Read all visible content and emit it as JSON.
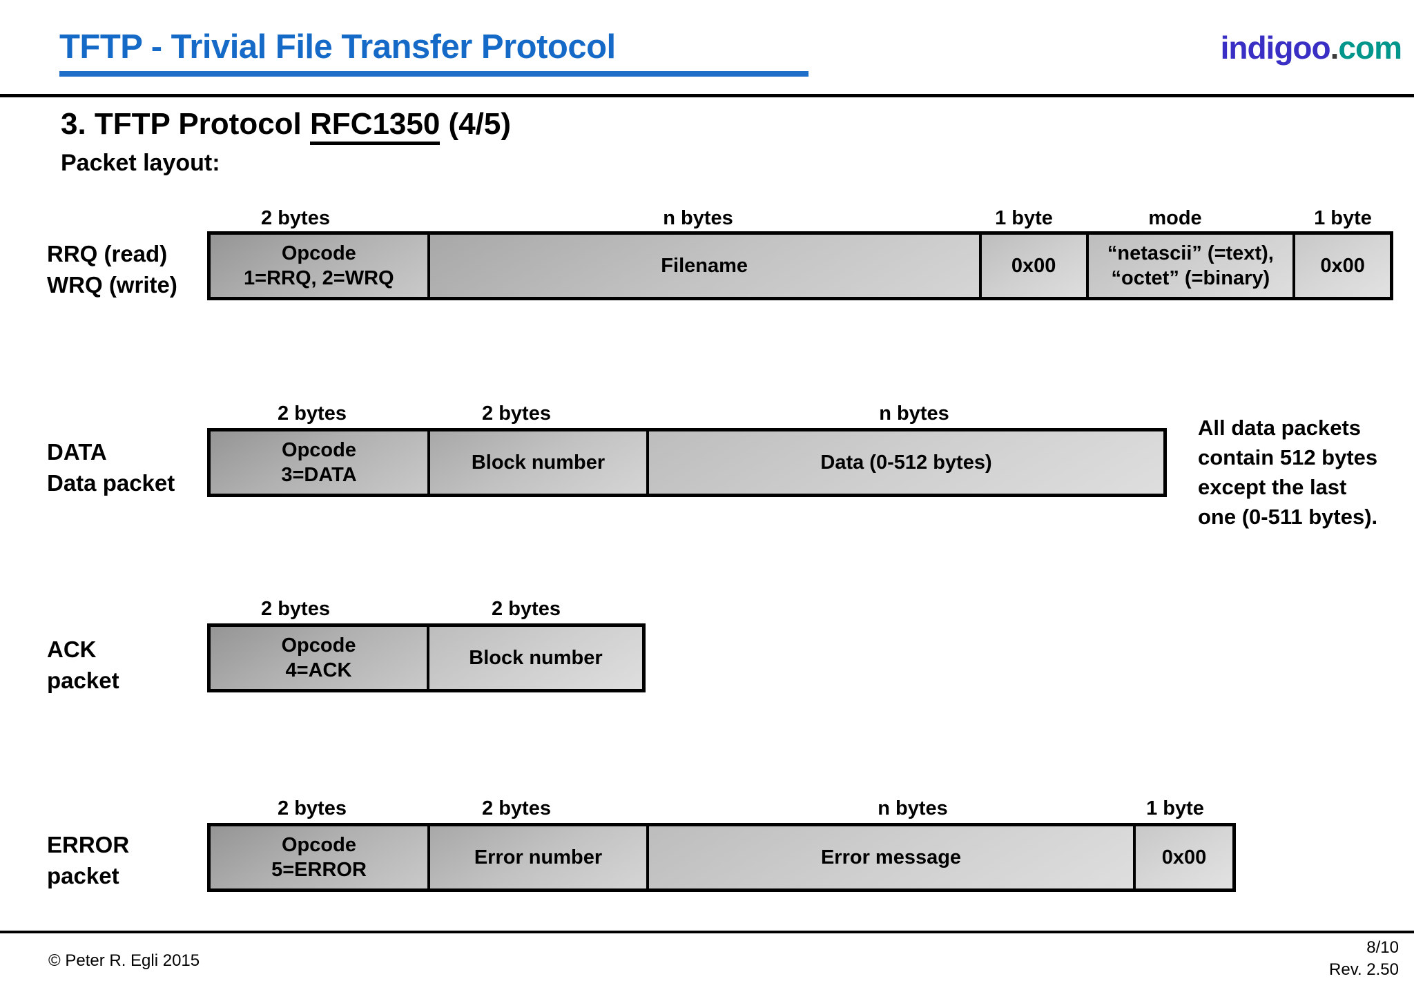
{
  "header": {
    "title": "TFTP - Trivial File Transfer Protocol",
    "logo_name": "indigoo",
    "logo_dot": ".",
    "logo_tld": "com",
    "title_color": "#1569c7",
    "logo_color": "#3a2fc4",
    "logo_tld_color": "#00968c"
  },
  "slide": {
    "title_prefix": "3. TFTP Protocol ",
    "title_rfc": "RFC1350",
    "title_suffix": " (4/5)",
    "subtitle": "Packet layout:"
  },
  "packets": [
    {
      "id": "rrq-wrq",
      "label_lines": [
        "RRQ (read)",
        "WRQ (write)"
      ],
      "cells": [
        {
          "name": "opcode",
          "size": "2 bytes",
          "lines": [
            "Opcode",
            "1=RRQ, 2=WRQ"
          ]
        },
        {
          "name": "filename",
          "size": "n bytes",
          "lines": [
            "Filename"
          ]
        },
        {
          "name": "terminator-1",
          "size": "1 byte",
          "lines": [
            "0x00"
          ]
        },
        {
          "name": "mode",
          "size": "mode",
          "lines": [
            "“netascii” (=text),",
            "“octet” (=binary)"
          ]
        },
        {
          "name": "terminator-2",
          "size": "1 byte",
          "lines": [
            "0x00"
          ]
        }
      ]
    },
    {
      "id": "data",
      "label_lines": [
        "DATA",
        "Data packet"
      ],
      "cells": [
        {
          "name": "opcode",
          "size": "2 bytes",
          "lines": [
            "Opcode",
            "3=DATA"
          ]
        },
        {
          "name": "block-number",
          "size": "2 bytes",
          "lines": [
            "Block number"
          ]
        },
        {
          "name": "data",
          "size": "n bytes",
          "lines": [
            "Data (0-512 bytes)"
          ]
        }
      ],
      "note_lines": [
        "All data packets",
        "contain 512 bytes",
        "except the last",
        "one (0-511 bytes)."
      ]
    },
    {
      "id": "ack",
      "label_lines": [
        "ACK",
        "packet"
      ],
      "cells": [
        {
          "name": "opcode",
          "size": "2 bytes",
          "lines": [
            "Opcode",
            "4=ACK"
          ]
        },
        {
          "name": "block-number",
          "size": "2 bytes",
          "lines": [
            "Block number"
          ]
        }
      ]
    },
    {
      "id": "error",
      "label_lines": [
        "ERROR",
        "packet"
      ],
      "cells": [
        {
          "name": "opcode",
          "size": "2 bytes",
          "lines": [
            "Opcode",
            "5=ERROR"
          ]
        },
        {
          "name": "error-number",
          "size": "2 bytes",
          "lines": [
            "Error number"
          ]
        },
        {
          "name": "error-message",
          "size": "n bytes",
          "lines": [
            "Error message"
          ]
        },
        {
          "name": "terminator",
          "size": "1 byte",
          "lines": [
            "0x00"
          ]
        }
      ]
    }
  ],
  "footer": {
    "copyright": "© Peter R. Egli 2015",
    "page": "8/10",
    "revision": "Rev. 2.50"
  }
}
